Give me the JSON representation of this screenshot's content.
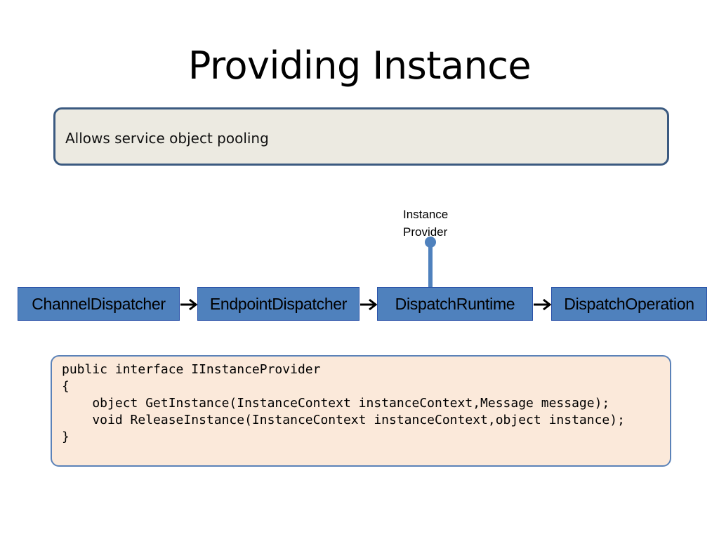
{
  "slide": {
    "title": "Providing Instance",
    "callout_text": "Allows service object pooling"
  },
  "diagram": {
    "nodes": [
      "ChannelDispatcher",
      "EndpointDispatcher",
      "DispatchRuntime",
      "DispatchOperation"
    ],
    "provider_label_line1": "Instance",
    "provider_label_line2": "Provider",
    "colors": {
      "node_fill": "#4f81bd",
      "node_border": "#2a52a8",
      "connector": "#4f81bd"
    }
  },
  "code": {
    "lines": [
      "public interface IInstanceProvider",
      "{",
      "    object GetInstance(InstanceContext instanceContext,Message message);",
      "    void ReleaseInstance(InstanceContext instanceContext,object instance);",
      "}"
    ]
  },
  "colors": {
    "callout_fill": "#eceae1",
    "callout_border": "#3b5a80",
    "code_fill": "#fbe9da",
    "code_border": "#5b82b8"
  }
}
